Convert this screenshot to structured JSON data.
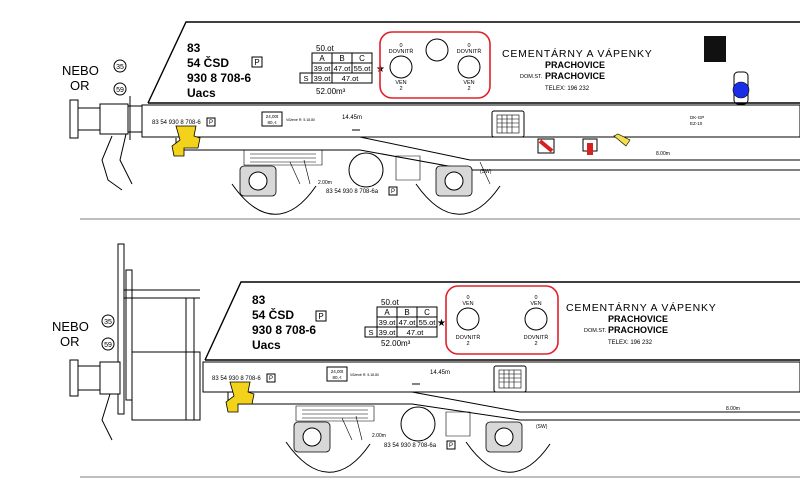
{
  "colors": {
    "accent_red": "#e0202a",
    "hook_yellow": "#f2d21b",
    "lamp_blue": "#1a2ee6",
    "lever_yellow": "#f4e04a",
    "lever_red": "#d82020"
  },
  "views": [
    {
      "id": "top",
      "side_note": {
        "line1": "NEBO",
        "line2": "OR",
        "circle1": "35",
        "circle2": "59"
      },
      "wagon_marking": {
        "line1": "83",
        "line2": "54 ČSD",
        "line3": "930 8 708-6",
        "line4": "Uacs",
        "p_mark": "P"
      },
      "load_table": {
        "top_label": "50.ot",
        "headers": [
          "A",
          "B",
          "C"
        ],
        "row1": [
          "39.ot",
          "47.ot",
          "55.ot"
        ],
        "s_label": "S",
        "row2": [
          "39.ot",
          "47.ot"
        ],
        "star": "★",
        "volume": "52.00m³"
      },
      "valves": {
        "left_top": "DOVNITŘ",
        "left_num": "0",
        "left_bottom": "VEN",
        "left_num2": "2",
        "right_top": "DOVNITŘ",
        "right_num": "0",
        "right_bottom": "VEN",
        "right_num2": "2"
      },
      "owner": {
        "line1": "CEMENTÁRNY A VÁPENKY",
        "line2": "PRACHOVICE",
        "domst": "DOM.ST.",
        "line3": "PRACHOVICE",
        "telex": "TELEX: 196 232"
      },
      "frame": {
        "number": "83 54 930 8 708-6",
        "p_mark": "P",
        "small_box": "24,00t",
        "small_box2": "80,-t",
        "rev_note": "Vůžené R: 5.18.80",
        "length": "14.45m",
        "dkgp": "DK-GP",
        "dkgp2": "EZ-10",
        "dist8": "8.00m"
      },
      "bogie": {
        "dist2": "2.00m",
        "number": "83 54 930 8 708-6a",
        "p_mark": "P",
        "sw": "(SW)"
      }
    },
    {
      "id": "bottom",
      "side_note": {
        "line1": "NEBO",
        "line2": "OR",
        "circle1": "35",
        "circle2": "59"
      },
      "wagon_marking": {
        "line1": "83",
        "line2": "54 ČSD",
        "line3": "930 8 708-6",
        "line4": "Uacs",
        "p_mark": "P"
      },
      "load_table": {
        "top_label": "50.ot",
        "headers": [
          "A",
          "B",
          "C"
        ],
        "row1": [
          "39.ot",
          "47.ot",
          "55.ot"
        ],
        "s_label": "S",
        "row2": [
          "39.ot",
          "47.ot"
        ],
        "star": "★",
        "volume": "52.00m³"
      },
      "valves": {
        "left_top": "VEN",
        "left_num": "0",
        "left_bottom": "DOVNITŘ",
        "left_num2": "2",
        "right_top": "VEN",
        "right_num": "0",
        "right_bottom": "DOVNITŘ",
        "right_num2": "2"
      },
      "owner": {
        "line1": "CEMENTÁRNY A VÁPENKY",
        "line2": "PRACHOVICE",
        "domst": "DOM.ST.",
        "line3": "PRACHOVICE",
        "telex": "TELEX: 196 232"
      },
      "frame": {
        "number": "83 54 930 8 708-6",
        "p_mark": "P",
        "small_box": "24,00t",
        "small_box2": "80,-t",
        "rev_note": "Vůžené R: 5.18.80",
        "length": "14.45m",
        "dist8": "8.00m"
      },
      "bogie": {
        "dist2": "2.00m",
        "number": "83 54 930 8 708-6a",
        "p_mark": "P",
        "sw": "(SW)"
      }
    }
  ]
}
